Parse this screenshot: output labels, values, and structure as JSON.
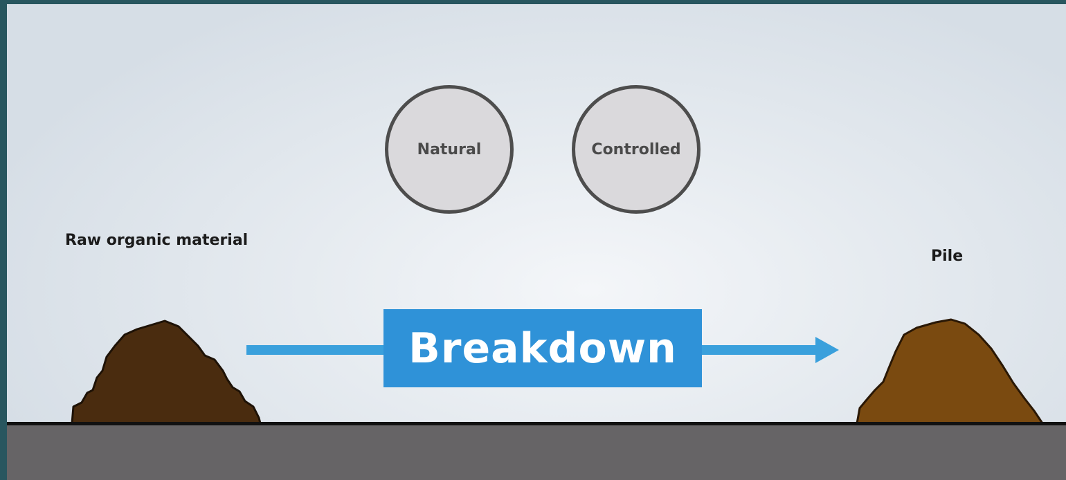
{
  "labels": {
    "left": "Raw organic material",
    "right": "Pile"
  },
  "circles": [
    {
      "label": "Natural"
    },
    {
      "label": "Controlled"
    }
  ],
  "process": {
    "label": "Breakdown"
  },
  "colors": {
    "arrow": "#3aa0dc",
    "process_box": "#2f92d8",
    "raw_pile": "#4a2c0f",
    "finished_pile": "#7a4a10",
    "ground": "#666466",
    "circle_fill": "#dad9dc",
    "circle_border": "#4d4d4d"
  },
  "icons": {
    "left_mound": "raw-material-mound-icon",
    "right_mound": "compost-pile-icon"
  }
}
